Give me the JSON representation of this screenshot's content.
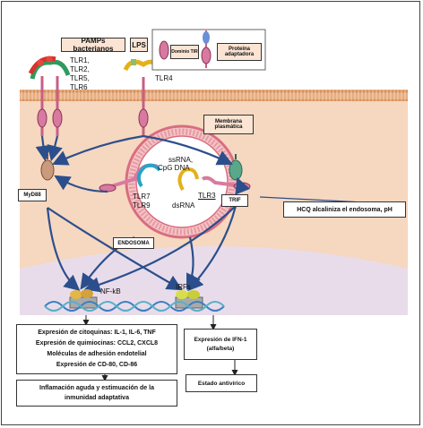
{
  "labels": {
    "pamps": "PAMPs bacterianos",
    "lps": "LPS",
    "tlr_list": [
      "TLR1,",
      "TLR2,",
      "TLR5,",
      "TLR6"
    ],
    "tlr4": "TLR4",
    "legend_tir": "Dominio TIR",
    "legend_adapter": "Proteína adaptadora",
    "membrane": "Membrana plasmática",
    "ssrna": "ssRNA,",
    "cpg": "CpG DNA",
    "tlr7": "TLR7",
    "tlr9": "TLR9",
    "dsrna": "dsRNA",
    "tlr3": "TLR3",
    "myd88": "MyD88",
    "trif": "TRIF",
    "endosome": "ENDOSOMA",
    "hcq": "HCQ alcaliniza el endosoma,  pH",
    "nfkb": "NF-kB",
    "irfs": "IRFs"
  },
  "outcome_left": [
    {
      "bold": "Expresión de citoquinas:",
      "rest": " IL-1, IL-6, TNF"
    },
    {
      "bold": "Expresión de quimiocinas:",
      "rest": " CCL2, CXCL8"
    },
    {
      "bold": "Moléculas de adhesión endotelial",
      "rest": ""
    },
    {
      "bold": "Expresión de CD-80, CD-86",
      "rest": ""
    }
  ],
  "outcome_right": [
    "Expresión de IFN-1",
    "(alfa/beta)"
  ],
  "result_left": [
    "Inflamación aguda y estimuación de la",
    "inmunidad adaptativa"
  ],
  "result_right": "Estado antivírico",
  "colors": {
    "cytoplasm": "#f6d7bf",
    "membrane": "#e8a978",
    "nucleus": "#e9dcea",
    "arrow": "#2b4f8c",
    "receptor": "#c85f86",
    "endosome_ring": "#d96d80"
  }
}
